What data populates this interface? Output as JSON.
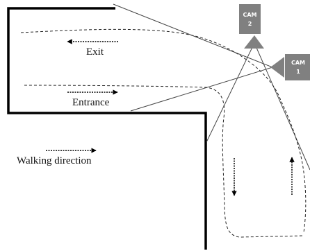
{
  "labels": {
    "exit": "Exit",
    "entrance": "Entrance",
    "walking_direction": "Walking direction"
  },
  "cameras": [
    {
      "id": "cam2",
      "line1": "CAM",
      "line2": "2"
    },
    {
      "id": "cam1",
      "line1": "CAM",
      "line2": "1"
    }
  ],
  "colors": {
    "wall": "#000000",
    "camera_box": "#808080",
    "camera_text": "#ffffff",
    "path": "#222222",
    "sight_line": "#444444"
  }
}
